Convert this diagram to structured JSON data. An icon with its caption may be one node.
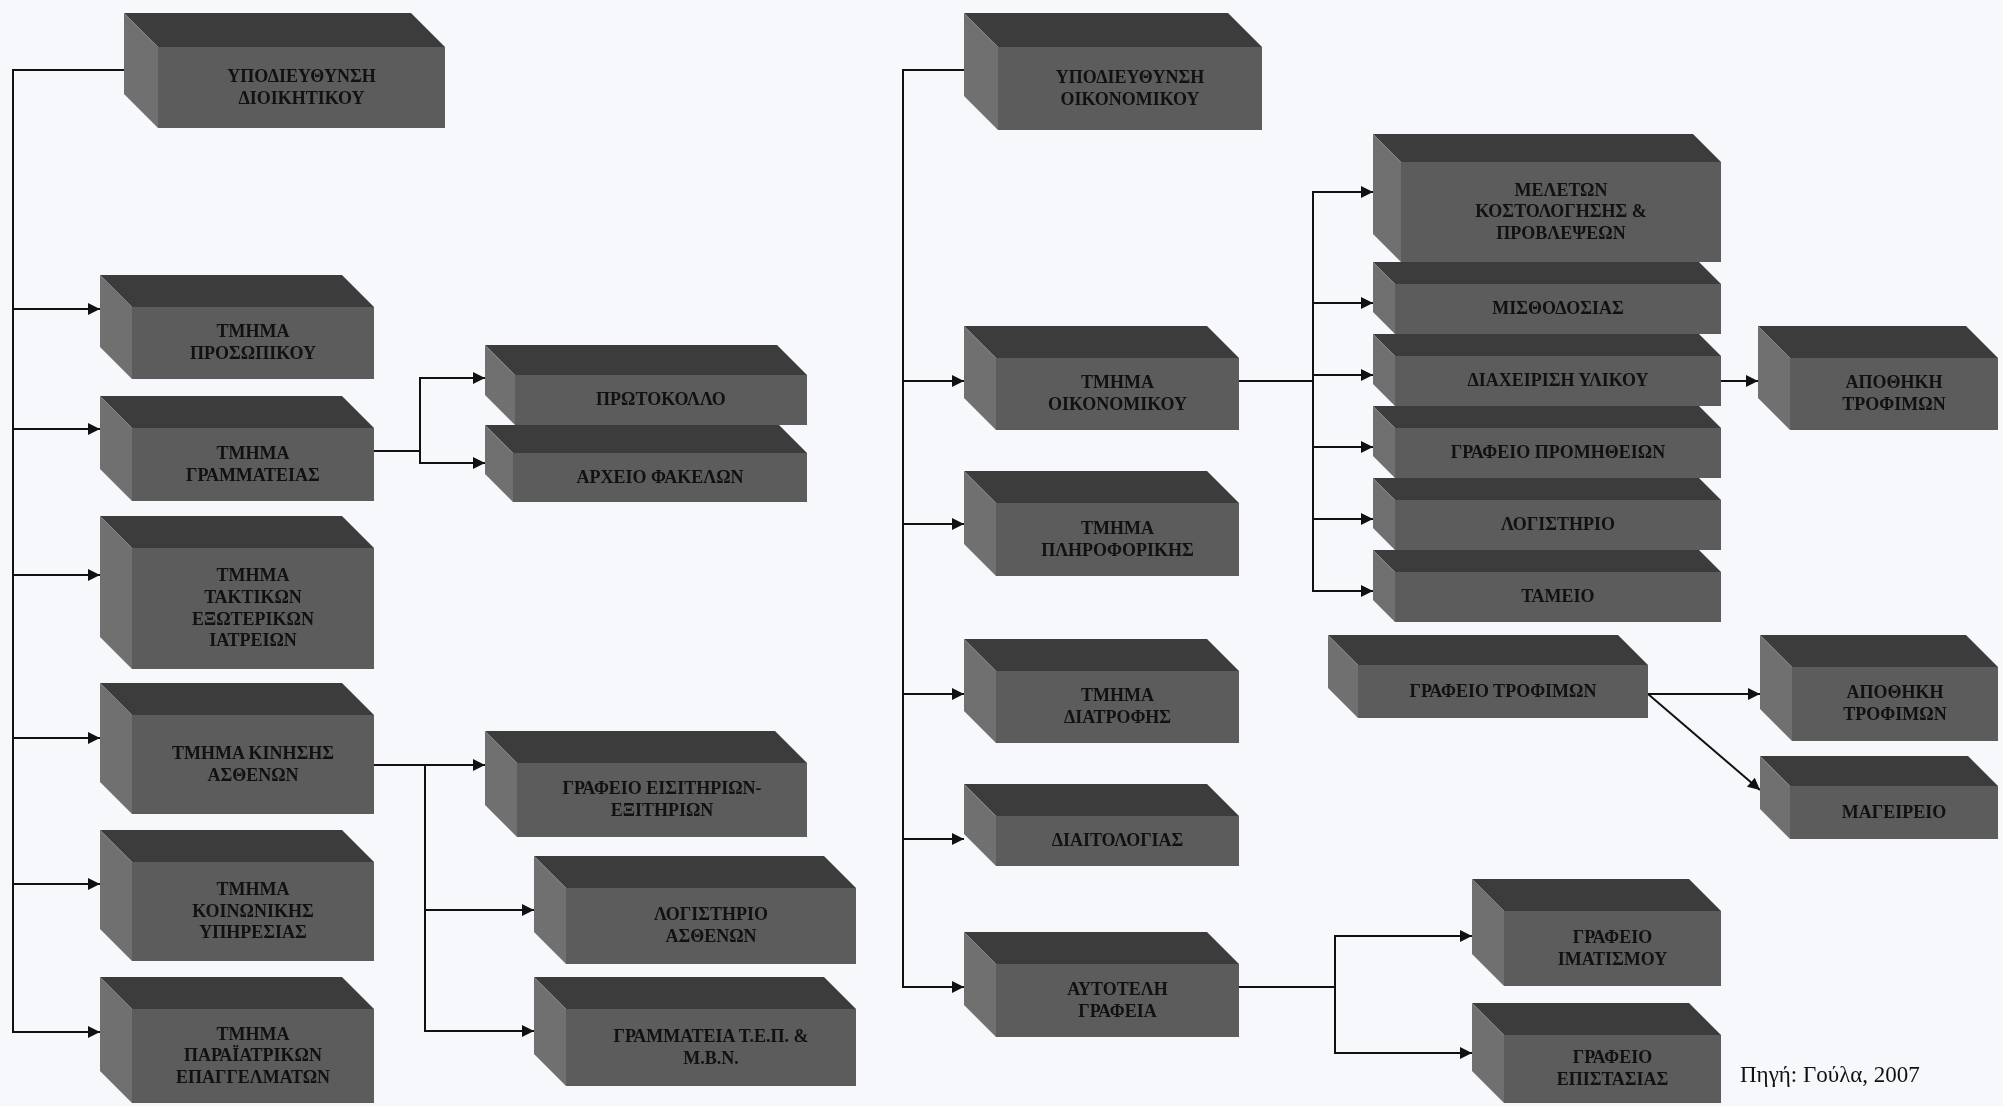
{
  "diagram": {
    "caption": "Πηγή: Γούλα, 2007",
    "nodes": [
      {
        "text": [
          "ΥΠΟΔΙΕΥΘΥΝΣΗ ΔΙΟΙΚΗΤΙΚΟΥ"
        ]
      },
      {
        "text": [
          "ΤΜΗΜΑ ΠΡΟΣΩΠΙΚΟΥ"
        ]
      },
      {
        "text": [
          "ΤΜΗΜΑ ΓΡΑΜΜΑΤΕΙΑΣ"
        ]
      },
      {
        "text": [
          "ΤΜΗΜΑ ΤΑΚΤΙΚΩΝ ΕΞΩΤΕΡΙΚΩΝ ΙΑΤΡΕΙΩΝ"
        ]
      },
      {
        "text": [
          "ΤΜΗΜΑ ΚΙΝΗΣΗΣ ΑΣΘΕΝΩΝ"
        ]
      },
      {
        "text": [
          "ΤΜΗΜΑ ΚΟΙΝΩΝΙΚΗΣ ΥΠΗΡΕΣΙΑΣ"
        ]
      },
      {
        "text": [
          "ΤΜΗΜΑ ΠΑΡΑΪΑΤΡΙΚΩΝ ΕΠΑΓΓΕΛΜΑΤΩΝ"
        ]
      },
      {
        "text": [
          "ΥΠΟΔΙΕΥΘΥΝΣΗ ΟΙΚΟΝΟΜΙΚΟΥ"
        ]
      },
      {
        "text": [
          "ΤΜΗΜΑ ΟΙΚΟΝΟΜΙΚΟΥ"
        ]
      },
      {
        "text": [
          "ΤΜΗΜΑ ΠΛΗΡΟΦΟΡΙΚΗΣ"
        ]
      },
      {
        "text": [
          "ΤΜΗΜΑ ΔΙΑΤΡΟΦΗΣ"
        ]
      },
      {
        "text": [
          "ΔΙΑΙΤΟΛΟΓΙΑΣ"
        ]
      },
      {
        "text": [
          "ΑΥΤΟΤΕΛΗ ΓΡΑΦΕΙΑ"
        ]
      },
      {
        "text": [
          "ΜΕΛΕΤΩΝ ΚΟΣΤΟΛΟΓΗΣΗΣ & ΠΡΟΒΛΕΨΕΩΝ"
        ]
      },
      {
        "text": [
          "ΜΙΣΘΟΔΟΣΙΑΣ"
        ]
      },
      {
        "text": [
          "ΔΙΑΧΕΙΡΙΣΗ ΥΛΙΚΟΥ"
        ]
      },
      {
        "text": [
          "ΓΡΑΦΕΙΟ ΠΡΟΜΗΘΕΙΩΝ"
        ]
      },
      {
        "text": [
          "ΛΟΓΙΣΤΗΡΙΟ"
        ]
      },
      {
        "text": [
          "ΤΑΜΕΙΟ"
        ]
      },
      {
        "text": [
          "ΑΠΟΘΗΚΗ ΤΡΟΦΙΜΩΝ"
        ]
      },
      {
        "text": [
          "ΓΡΑΦΕΙΟ ΤΡΟΦΙΜΩΝ"
        ]
      },
      {
        "text": [
          "ΑΠΟΘΗΚΗ ΤΡΟΦΙΜΩΝ"
        ]
      },
      {
        "text": [
          "ΜΑΓΕΙΡΕΙΟ"
        ]
      },
      {
        "text": [
          "ΓΡΑΦΕΙΟ ΙΜΑΤΙΣΜΟΥ"
        ]
      },
      {
        "text": [
          "ΓΡΑΦΕΙΟ ΕΠΙΣΤΑΣΙΑΣ"
        ]
      },
      {
        "text": [
          "ΠΡΩΤΟΚΟΛΛΟ"
        ]
      },
      {
        "text": [
          "ΑΡΧΕΙΟ ΦΑΚΕΛΩΝ"
        ]
      },
      {
        "text": [
          "ΓΡΑΦΕΙΟ ΕΙΣΙΤΗΡΙΩΝ- ΕΞΙΤΗΡΙΩΝ"
        ]
      },
      {
        "text": [
          "ΛΟΓΙΣΤΗΡΙΟ ΑΣΘΕΝΩΝ"
        ]
      },
      {
        "text": [
          "ΓΡΑΜΜΑΤΕΙΑ Τ.Ε.Π. & Μ.Β.Ν."
        ]
      }
    ],
    "edges": [
      {
        "from": 0,
        "to": 1,
        "arrow": "to"
      },
      {
        "from": 0,
        "to": 2,
        "arrow": "to"
      },
      {
        "from": 0,
        "to": 3,
        "arrow": "to"
      },
      {
        "from": 0,
        "to": 4,
        "arrow": "to"
      },
      {
        "from": 0,
        "to": 5,
        "arrow": "to"
      },
      {
        "from": 0,
        "to": 6,
        "arrow": "to"
      },
      {
        "from": 2,
        "to": 25,
        "arrow": "to"
      },
      {
        "from": 2,
        "to": 26,
        "arrow": "to"
      },
      {
        "from": 4,
        "to": 27,
        "arrow": "to"
      },
      {
        "from": 4,
        "to": 28,
        "arrow": "to"
      },
      {
        "from": 4,
        "to": 29,
        "arrow": "to"
      },
      {
        "from": 7,
        "to": 8,
        "arrow": "to"
      },
      {
        "from": 7,
        "to": 9,
        "arrow": "to"
      },
      {
        "from": 7,
        "to": 10,
        "arrow": "to"
      },
      {
        "from": 7,
        "to": 11,
        "arrow": "to"
      },
      {
        "from": 7,
        "to": 12,
        "arrow": "to"
      },
      {
        "from": 8,
        "to": 13,
        "arrow": "to"
      },
      {
        "from": 8,
        "to": 14,
        "arrow": "to"
      },
      {
        "from": 8,
        "to": 15,
        "arrow": "to"
      },
      {
        "from": 8,
        "to": 16,
        "arrow": "to"
      },
      {
        "from": 8,
        "to": 17,
        "arrow": "to"
      },
      {
        "from": 8,
        "to": 18,
        "arrow": "to"
      },
      {
        "from": 15,
        "to": 19,
        "arrow": "to"
      },
      {
        "from": 20,
        "to": 21,
        "arrow": "to"
      },
      {
        "from": 20,
        "to": 22,
        "arrow": "to"
      },
      {
        "from": 12,
        "to": 23,
        "arrow": "to"
      },
      {
        "from": 12,
        "to": 24,
        "arrow": "to"
      }
    ]
  }
}
